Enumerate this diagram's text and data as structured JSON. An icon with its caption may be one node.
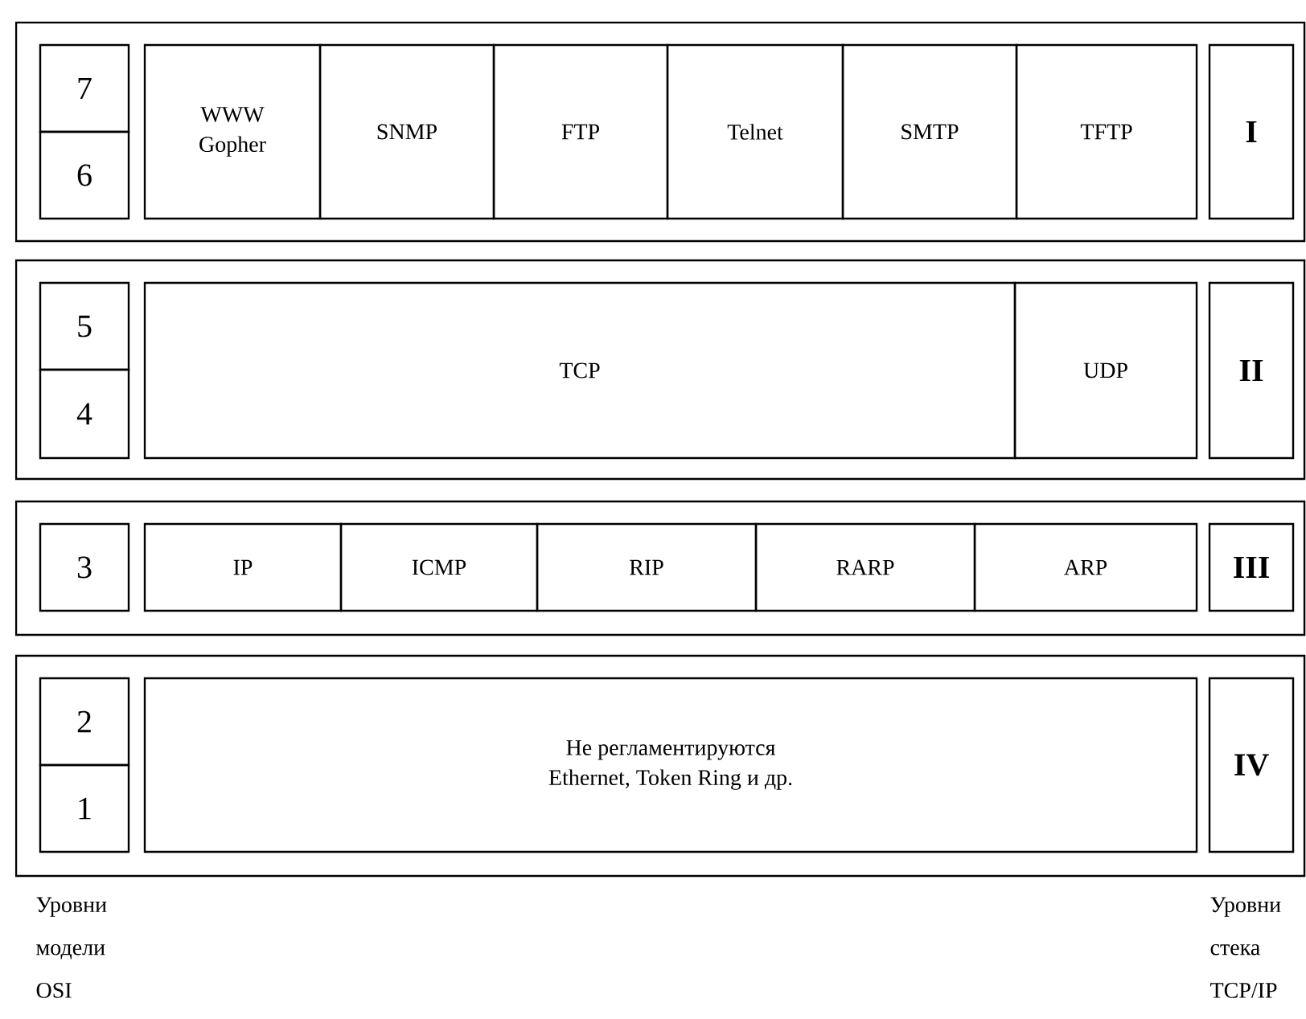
{
  "diagram": {
    "nodes": [
      {
        "text": [],
        "shape": "box"
      },
      {
        "text": [
          "7"
        ],
        "in": 0
      },
      {
        "text": [
          "6"
        ],
        "in": 0
      },
      {
        "text": [
          "WWW",
          "Gopher"
        ],
        "in": 0
      },
      {
        "text": [
          "SNMP"
        ],
        "in": 0
      },
      {
        "text": [
          "FTP"
        ],
        "in": 0
      },
      {
        "text": [
          "Telnet"
        ],
        "in": 0
      },
      {
        "text": [
          "SMTP"
        ],
        "in": 0
      },
      {
        "text": [
          "TFTP"
        ],
        "in": 0
      },
      {
        "text": [
          "I"
        ],
        "in": 0
      },
      {
        "text": [],
        "shape": "box"
      },
      {
        "text": [
          "5"
        ],
        "in": 10
      },
      {
        "text": [
          "4"
        ],
        "in": 10
      },
      {
        "text": [
          "TCP"
        ],
        "in": 10
      },
      {
        "text": [
          "UDP"
        ],
        "in": 10
      },
      {
        "text": [
          "II"
        ],
        "in": 10
      },
      {
        "text": [],
        "shape": "box"
      },
      {
        "text": [
          "3"
        ],
        "in": 16
      },
      {
        "text": [
          "IP"
        ],
        "in": 16
      },
      {
        "text": [
          "ICMP"
        ],
        "in": 16
      },
      {
        "text": [
          "RIP"
        ],
        "in": 16
      },
      {
        "text": [
          "RARP"
        ],
        "in": 16
      },
      {
        "text": [
          "ARP"
        ],
        "in": 16
      },
      {
        "text": [
          "III"
        ],
        "in": 16
      },
      {
        "text": [],
        "shape": "box"
      },
      {
        "text": [
          "2"
        ],
        "in": 24
      },
      {
        "text": [
          "1"
        ],
        "in": 24
      },
      {
        "text": [
          "Не регламентируются",
          "Ethernet, Token Ring  и др."
        ],
        "in": 24
      },
      {
        "text": [
          "IV"
        ],
        "in": 24
      }
    ],
    "labels": [
      "Уровни модели OSI",
      "Уровни стека TCP/IP"
    ]
  }
}
